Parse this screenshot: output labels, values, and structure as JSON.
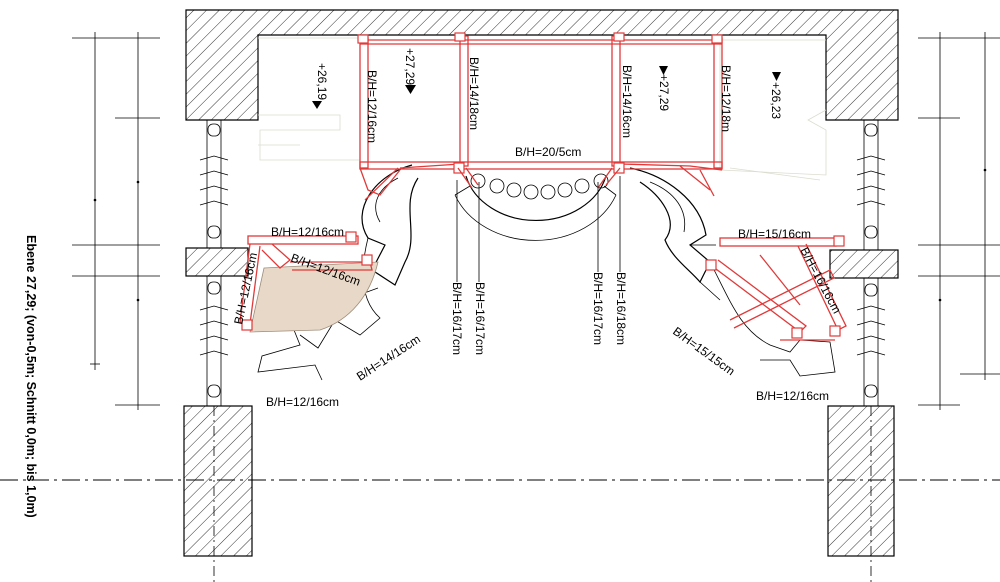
{
  "drawing": {
    "side_title": "Ebene 27,29; (von-0,5m; Schnitt 0,0m; bis 1,0m)",
    "levels": {
      "left_room": "+26,19",
      "left_beam": "+27,29",
      "right_beam": "+27,29",
      "right_room": "+26,23"
    },
    "labels": {
      "top_beam_1": "B/H=12/16cm",
      "top_beam_2": "B/H=14/18cm",
      "top_beam_3": "B/H=14/16cm",
      "top_beam_4": "B/H=12/18m",
      "center_beam": "B/H=20/5cm",
      "left_top": "B/H=12/16cm",
      "left_diag_1": "B/H=12/16cm",
      "left_diag_2": "B/H=12/16cm",
      "left_arc": "B/H=14/16cm",
      "left_bottom": "B/H=12/16cm",
      "vert_1": "B/H=16/17cm",
      "vert_2": "B/H=16/17cm",
      "vert_3": "B/H=16/17cm",
      "vert_4": "B/H=16/18cm",
      "right_top": "B/H=15/16cm",
      "right_diag": "B/H=16/16cm",
      "right_arc": "B/H=15/15cm",
      "right_bottom": "B/H=12/16cm"
    },
    "colors": {
      "timber": "#e03a3a",
      "lines": "#000000",
      "fill_area": "#e8d8c8"
    }
  }
}
